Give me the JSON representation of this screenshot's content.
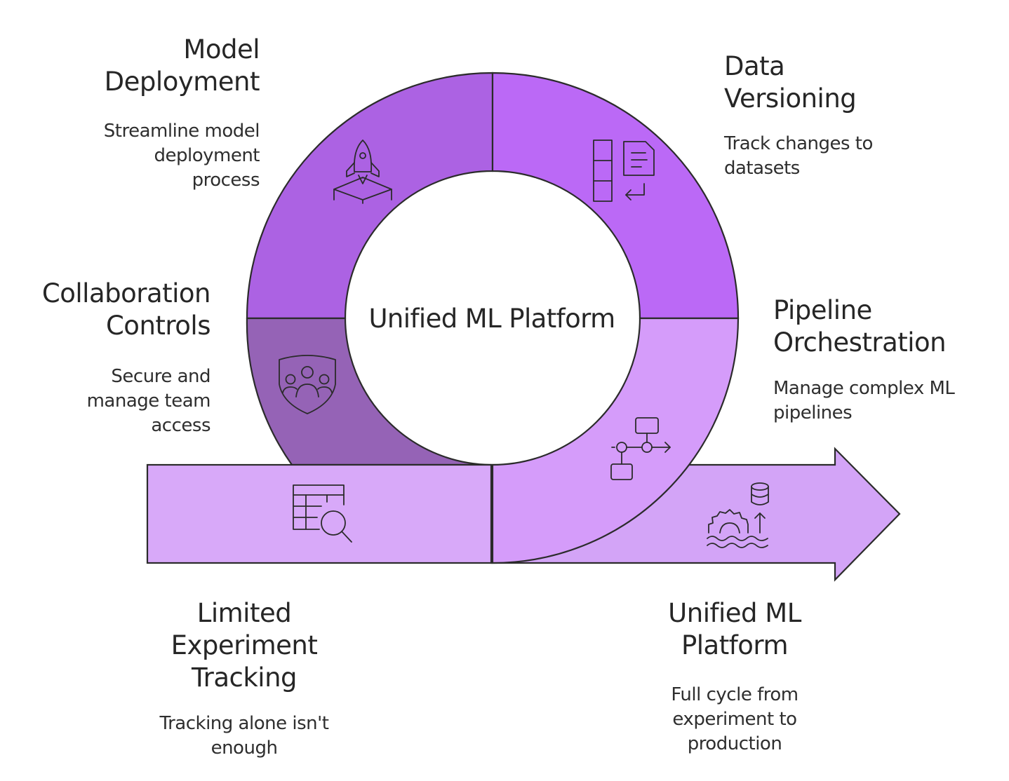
{
  "diagram": {
    "center_label": "Unified ML Platform",
    "colors": {
      "model_deployment": "#ac62e3",
      "data_versioning": "#bb69f6",
      "collaboration": "#9563b6",
      "pipeline": "#d59cfa",
      "arrow": "#d3a4f7",
      "tracking": "#d8a9f9",
      "outline": "#2b2b2b"
    },
    "segments": {
      "data_versioning": {
        "title": "Data\nVersioning",
        "description": "Track changes to\ndatasets",
        "icon": "table-document-return-icon"
      },
      "model_deployment": {
        "title": "Model\nDeployment",
        "description": "Streamline model\ndeployment\nprocess",
        "icon": "rocket-launch-icon"
      },
      "collaboration_controls": {
        "title": "Collaboration\nControls",
        "description": "Secure and\nmanage team\naccess",
        "icon": "team-shield-icon"
      },
      "pipeline_orchestration": {
        "title": "Pipeline\nOrchestration",
        "description": "Manage complex ML\npipelines",
        "icon": "workflow-flowchart-icon"
      },
      "limited_experiment_tracking": {
        "title": "Limited\nExperiment\nTracking",
        "description": "Tracking alone isn't\nenough",
        "icon": "table-search-icon"
      },
      "unified_ml_platform": {
        "title": "Unified ML\nPlatform",
        "description": "Full cycle from\nexperiment to\nproduction",
        "icon": "database-growth-icon"
      }
    }
  }
}
